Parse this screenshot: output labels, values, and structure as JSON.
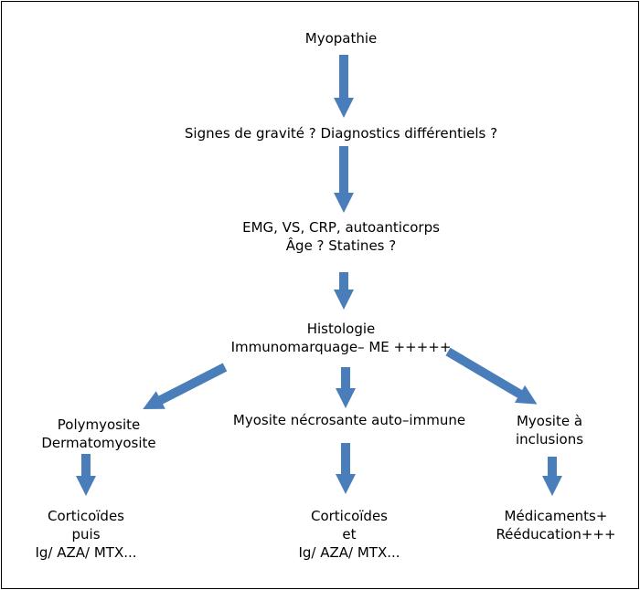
{
  "colors": {
    "arrow": "#4a7ebb",
    "text": "#000000",
    "border": "#000000"
  },
  "nodes": {
    "myopathie": {
      "lines": [
        "Myopathie"
      ]
    },
    "signes": {
      "lines": [
        "Signes de gravité ? Diagnostics différentiels ?"
      ]
    },
    "emg": {
      "lines": [
        "EMG, VS, CRP, autoanticorps",
        "Âge ? Statines ?"
      ]
    },
    "histologie": {
      "lines": [
        "Histologie",
        "Immunomarquage– ME +++++"
      ]
    },
    "polymyosite": {
      "lines": [
        "Polymyosite",
        "Dermatomyosite"
      ]
    },
    "necrosante": {
      "lines": [
        "Myosite nécrosante auto–immune"
      ]
    },
    "inclusions": {
      "lines": [
        "Myosite à",
        "inclusions"
      ]
    },
    "cortico_left": {
      "lines": [
        "Corticoïdes",
        "puis",
        "Ig/ AZA/ MTX..."
      ]
    },
    "cortico_mid": {
      "lines": [
        "Corticoïdes",
        "et",
        "Ig/ AZA/ MTX..."
      ]
    },
    "medicaments": {
      "lines": [
        "Médicaments+",
        "Rééducation+++"
      ]
    }
  }
}
